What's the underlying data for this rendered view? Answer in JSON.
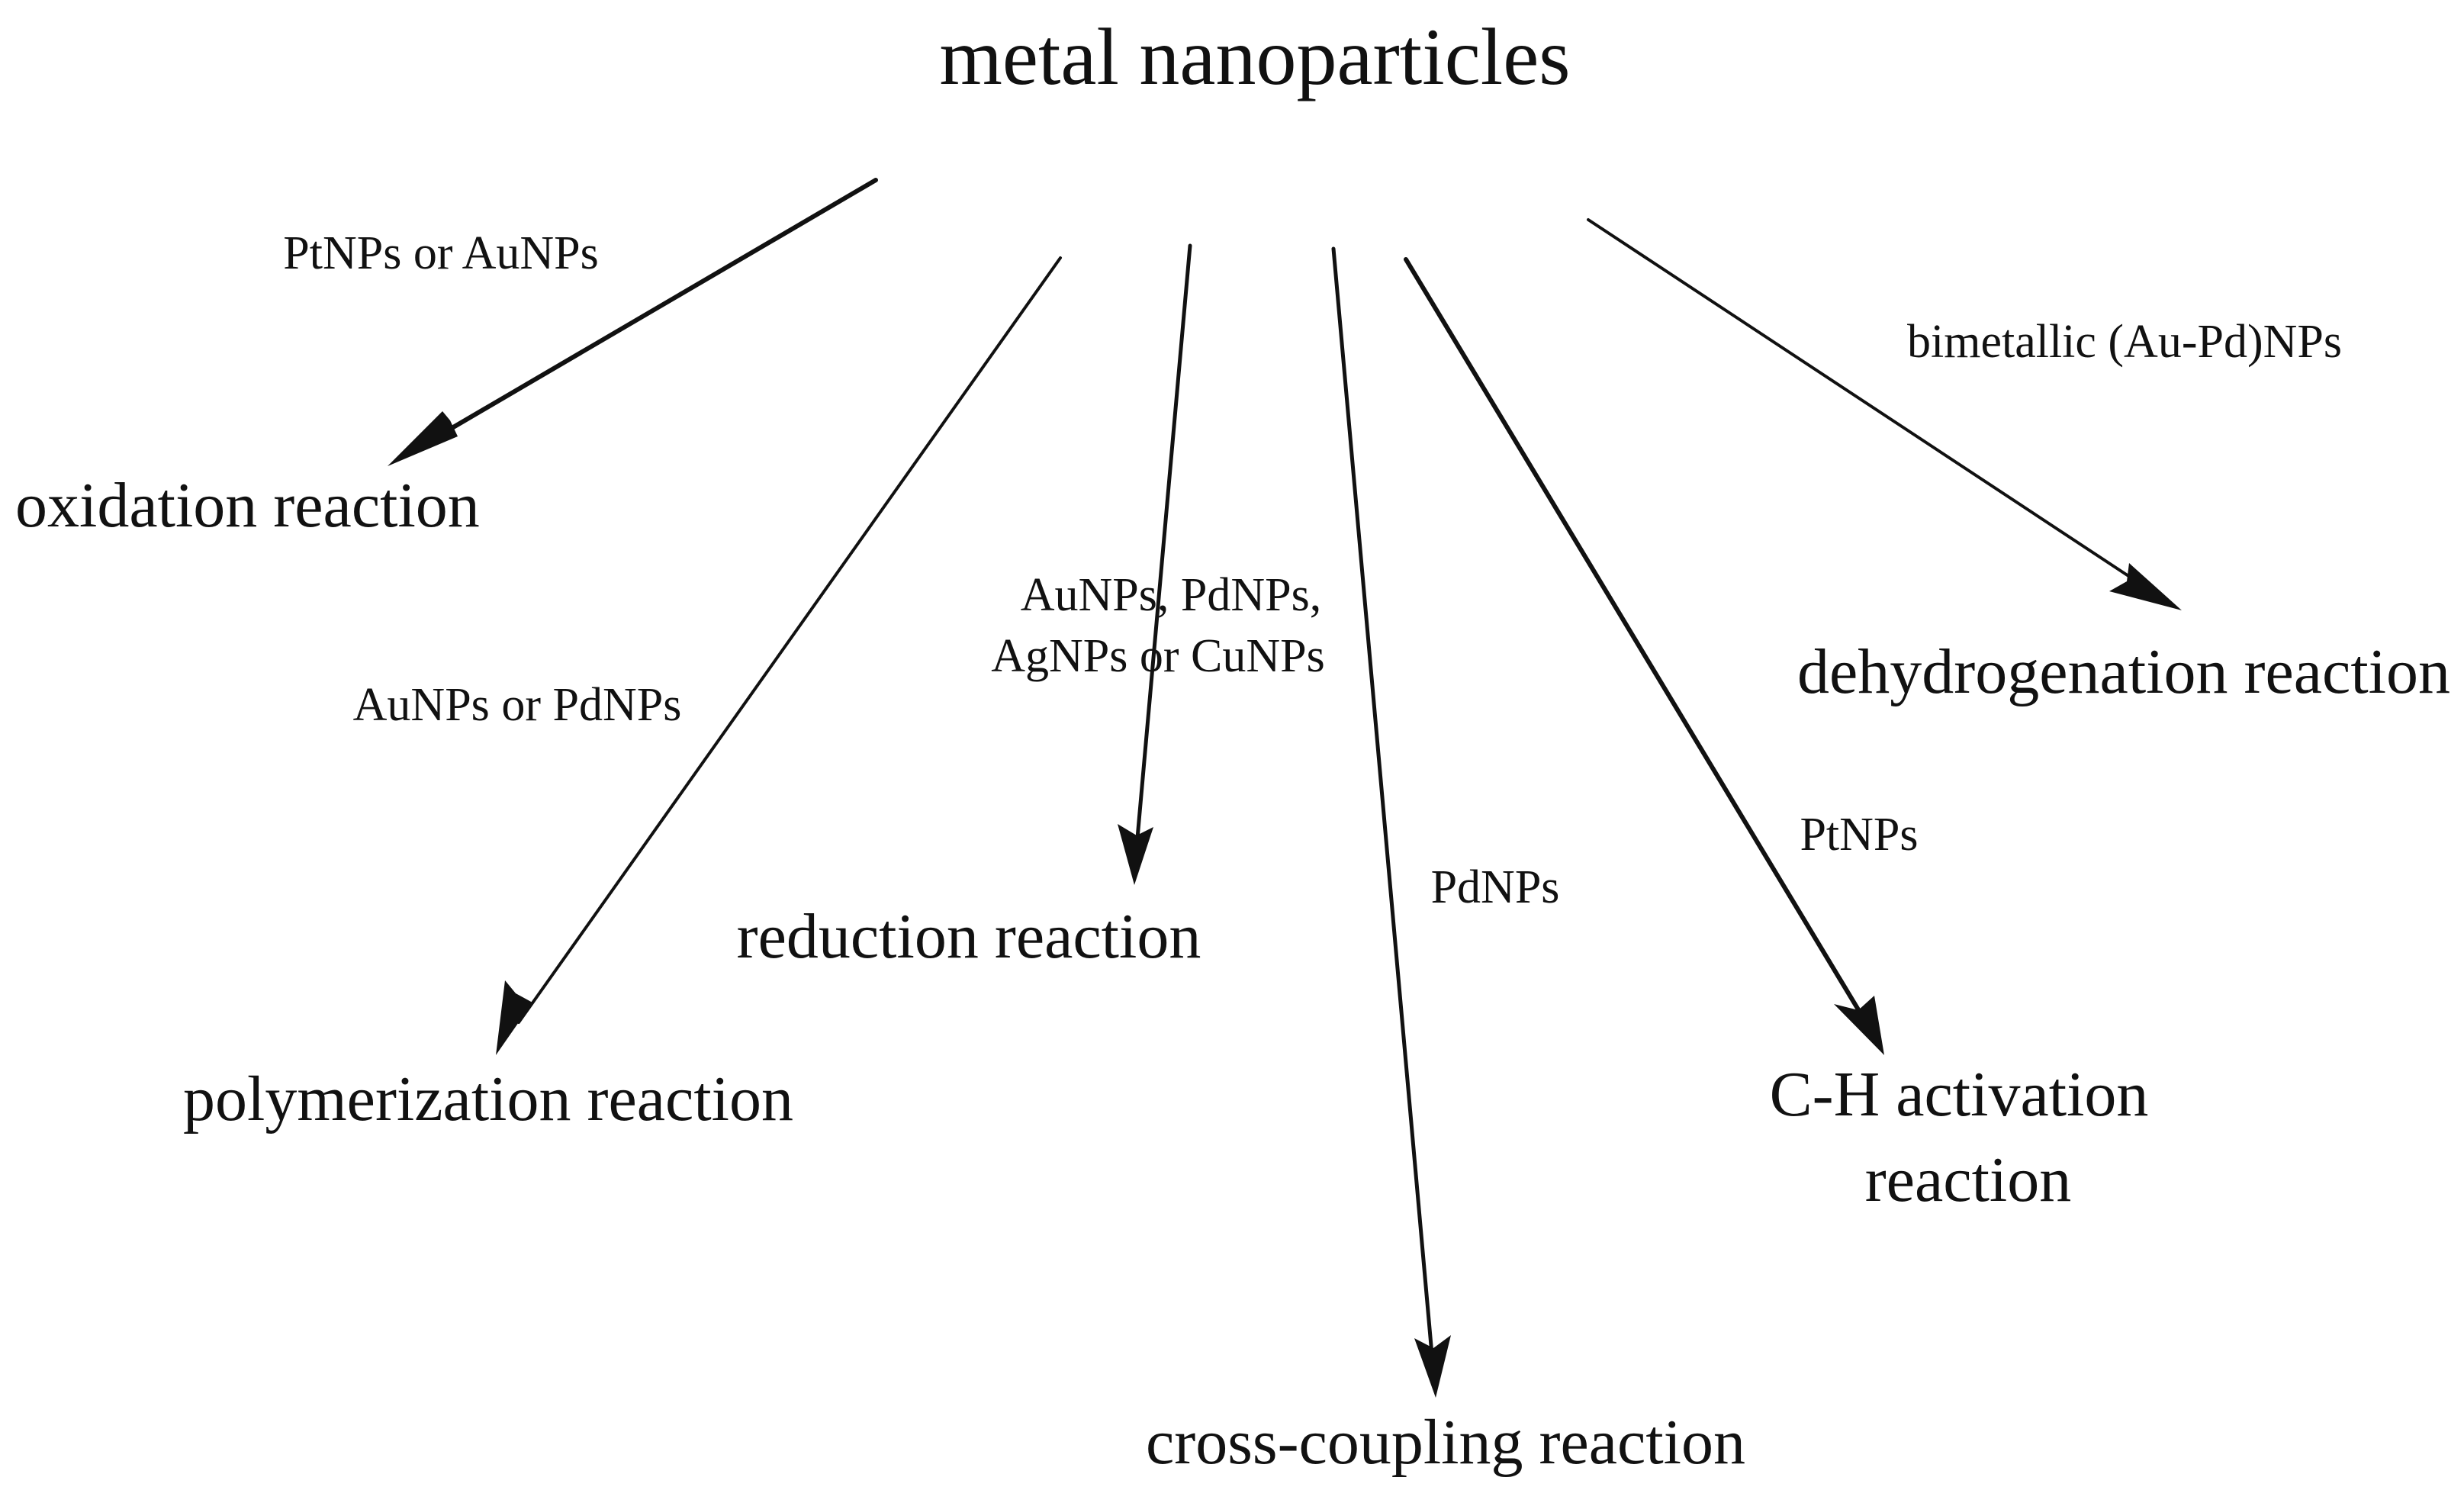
{
  "diagram": {
    "root": "metal nanoparticles",
    "targets": {
      "oxidation": "oxidation reaction",
      "polymerization": "polymerization reaction",
      "reduction": "reduction reaction",
      "cross_coupling": "cross-coupling reaction",
      "ch_activation_line1": "C-H activation",
      "ch_activation_line2": "reaction",
      "dehydrogenation": "dehydrogenation reaction"
    },
    "catalysts": {
      "oxidation": "PtNPs or AuNPs",
      "polymerization": "AuNPs or PdNPs",
      "reduction_line1": "AuNPs, PdNPs,",
      "reduction_line2": "AgNPs or CuNPs",
      "cross_coupling": "PdNPs",
      "ch_activation": "PtNPs",
      "dehydrogenation": "bimetallic (Au-Pd)NPs"
    }
  }
}
